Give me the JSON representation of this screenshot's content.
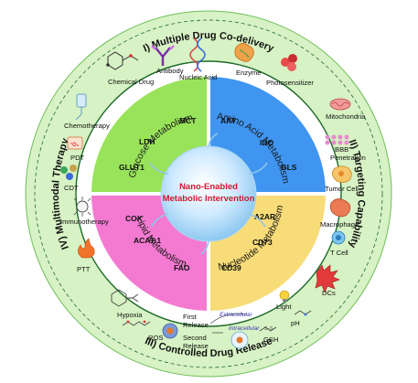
{
  "center": {
    "line1": "Nano-Enabled",
    "line2": "Metabolic Intervention"
  },
  "ring_titles": {
    "top": "I) Multiple Drug Co-delivery",
    "right": "II) Targeting Capability",
    "bottom": "III) Controlled Drug Release",
    "left": "IV) Multimodal Therapy"
  },
  "quadrants": {
    "glucose": {
      "title": "Glucose Metabolism",
      "items": [
        "MCT",
        "LDH",
        "GLUT1"
      ],
      "color": "#99e35a"
    },
    "amino": {
      "title": "Amino Acid Metabolism",
      "items": [
        "AAT",
        "IDO",
        "GLS"
      ],
      "color": "#3f95f0"
    },
    "lipid": {
      "title": "Lipid Metabolism",
      "items": [
        "COX",
        "ACAT-1",
        "FAO"
      ],
      "color": "#f37ad0"
    },
    "nucleotide": {
      "title": "Nucleotide Metabolism",
      "items": [
        "A2AR",
        "CD73",
        "CD39"
      ],
      "color": "#f8dc78"
    }
  },
  "co_delivery": {
    "chemical_drug": "Chemical Drug",
    "antibody": "Antibody",
    "nucleic_acid": "Nucleic Acid",
    "enzyme": "Enzyme",
    "photosensitizer": "Photosensitizer"
  },
  "targeting": {
    "mitochondria": "Mitochondria",
    "bbb_penetration": "BBB\nPenetration",
    "tumor_cell": "Tumor Cell",
    "macrophage": "Macrophage",
    "t_cell": "T Cell",
    "dcs": "DCs"
  },
  "release": {
    "hypoxia": "Hypoxia",
    "ros": "ROS",
    "first_release": "First\nRelease",
    "second_release": "Second\nRelease",
    "extracellular": "Extracellular",
    "intracellular": "Intracellular",
    "gsh": "GSH",
    "light": "Light",
    "ph": "pH"
  },
  "therapy": {
    "chemotherapy": "Chemotherapy",
    "pdt": "PDT",
    "cdt": "CDT",
    "immunotherapy": "Immunotherapy",
    "ptt": "PTT"
  },
  "colors": {
    "outer_ring": "#d7f2c4",
    "ring_edge": "#1d6a2a",
    "inner_ring": "#ffffff"
  }
}
